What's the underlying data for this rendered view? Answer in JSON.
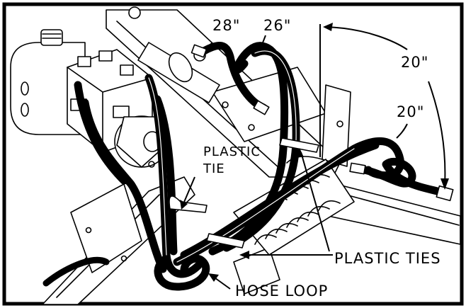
{
  "labels": {
    "len_28": "28\"",
    "len_26": "26\"",
    "len_20_top": "20\"",
    "len_20_mid": "20\"",
    "plastic_tie_line1": "PLASTIC",
    "plastic_tie_line2": "TIE",
    "plastic_ties": "PLASTIC TIES",
    "hose_loop": "HOSE LOOP"
  },
  "colors": {
    "ink": "#000000",
    "paper": "#ffffff"
  }
}
